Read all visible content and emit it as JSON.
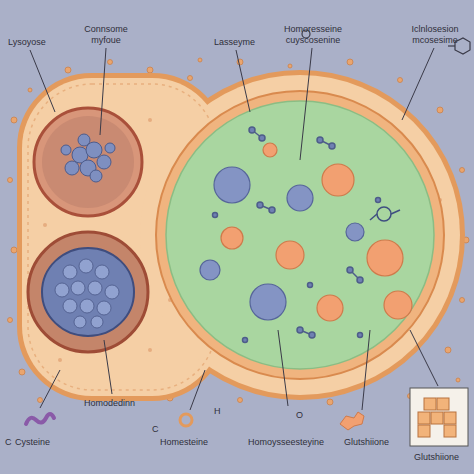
{
  "diagram": {
    "labels": [
      "Lysoyose",
      "Connsome myfoue",
      "Lasseyme",
      "Homoresseine cuyscosenine",
      "Iclnlosesion mcosesime",
      "Cysteine",
      "Homodedinn",
      "Homesteine",
      "Homoysseesteyine",
      "Glutshiione",
      "Glutshiione",
      "C",
      "C",
      "H",
      "O"
    ]
  }
}
